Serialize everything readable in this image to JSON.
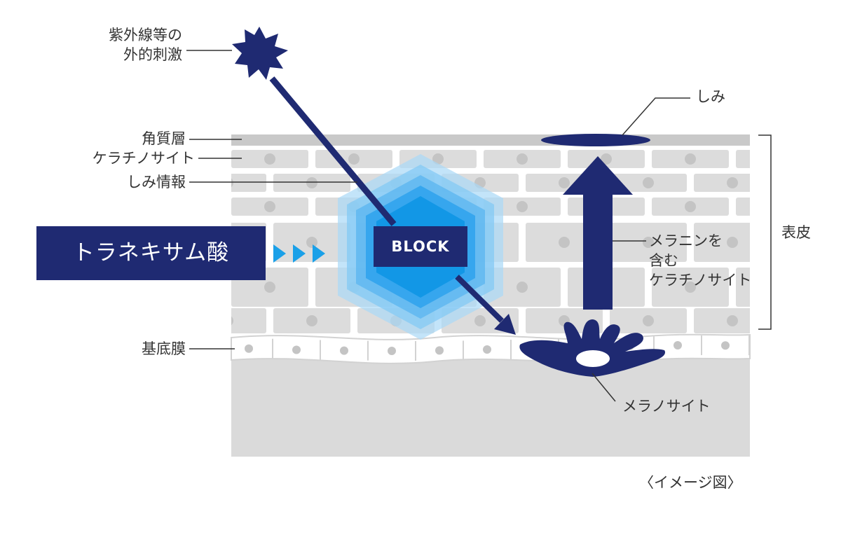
{
  "labels": {
    "uv_line1": "紫外線等の",
    "uv_line2": "外的刺激",
    "stratum_corneum": "角質層",
    "keratinocyte": "ケラチノサイト",
    "spot_info": "しみ情報",
    "basement_membrane": "基底膜",
    "spot": "しみ",
    "epidermis": "表皮",
    "melanin_line1": "メラニンを",
    "melanin_line2": "含む",
    "melanin_line3": "ケラチノサイト",
    "melanocyte": "メラノサイト",
    "image_note": "〈イメージ図〉"
  },
  "tranexamic_acid": "トラネキサム酸",
  "block": "BLOCK",
  "colors": {
    "navy": "#1f2a72",
    "cyan": "#1aa0e8",
    "cell_gray": "#dcdcdc",
    "nucleus_gray": "#c4c4c4",
    "dermis_gray": "#dadada",
    "membrane_cell": "#ffffff"
  }
}
